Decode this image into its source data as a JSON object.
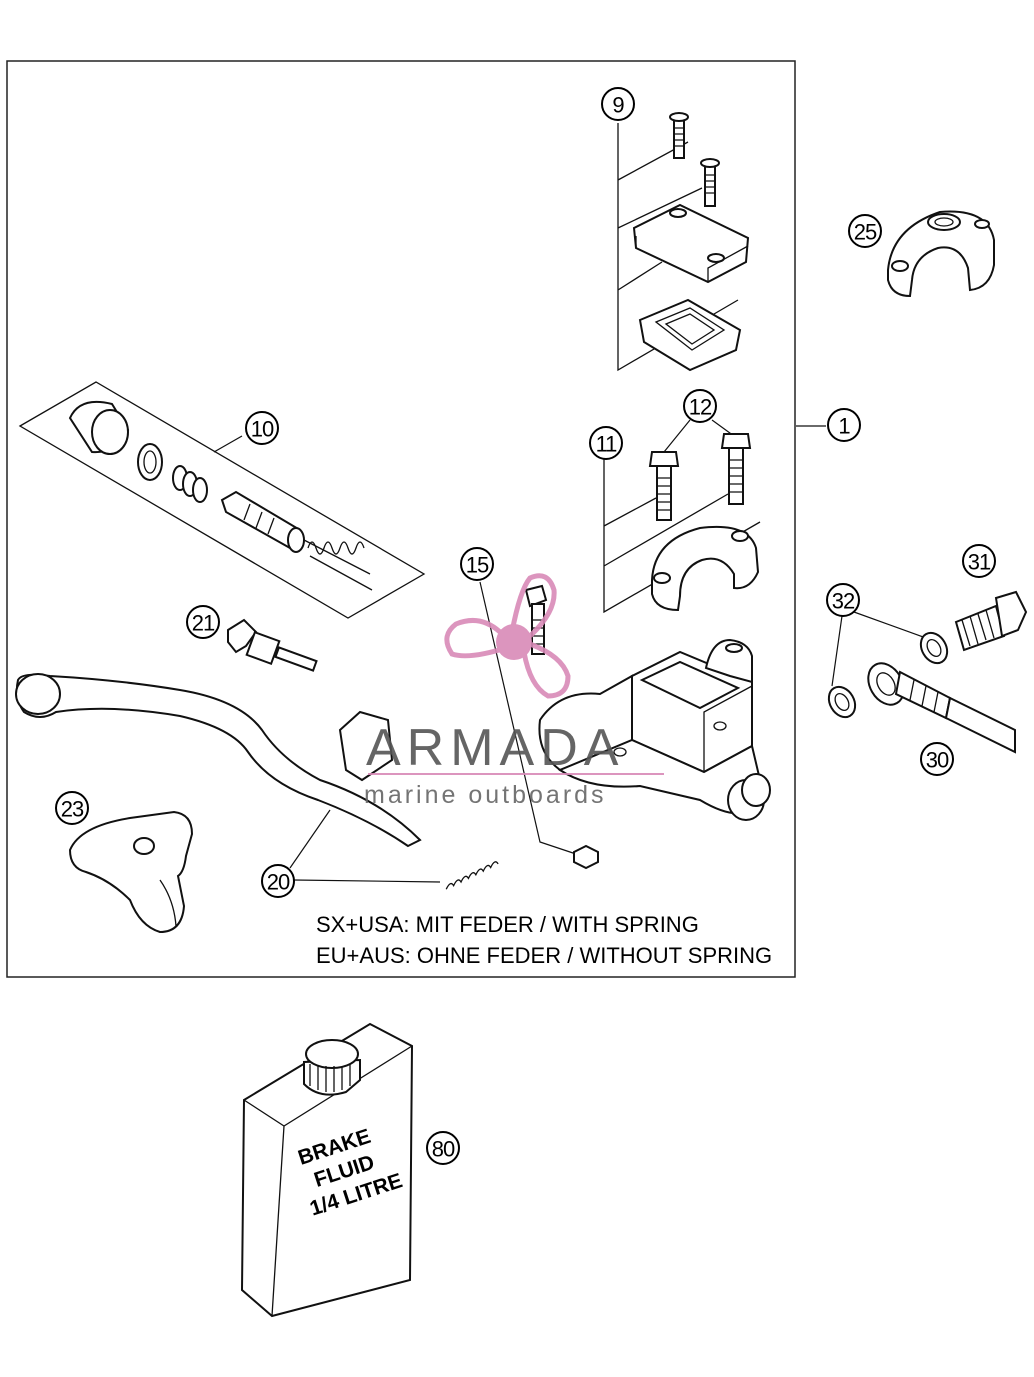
{
  "callouts": {
    "c1": "1",
    "c9": "9",
    "c10": "10",
    "c11": "11",
    "c12": "12",
    "c15": "15",
    "c20": "20",
    "c21": "21",
    "c23": "23",
    "c25": "25",
    "c30": "30",
    "c31": "31",
    "c32": "32",
    "c80": "80"
  },
  "notes": {
    "line1": "SX+USA:  MIT FEDER / WITH SPRING",
    "line2": "EU+AUS:  OHNE FEDER / WITHOUT SPRING"
  },
  "bottle_label": {
    "line1": "BRAKE",
    "line2": "FLUID",
    "line3": "1/4 LITRE"
  },
  "watermark": {
    "title": "ARMADA",
    "subtitle": "marine outboards",
    "accent_color": "#d98ab8",
    "text_color": "#555555"
  }
}
